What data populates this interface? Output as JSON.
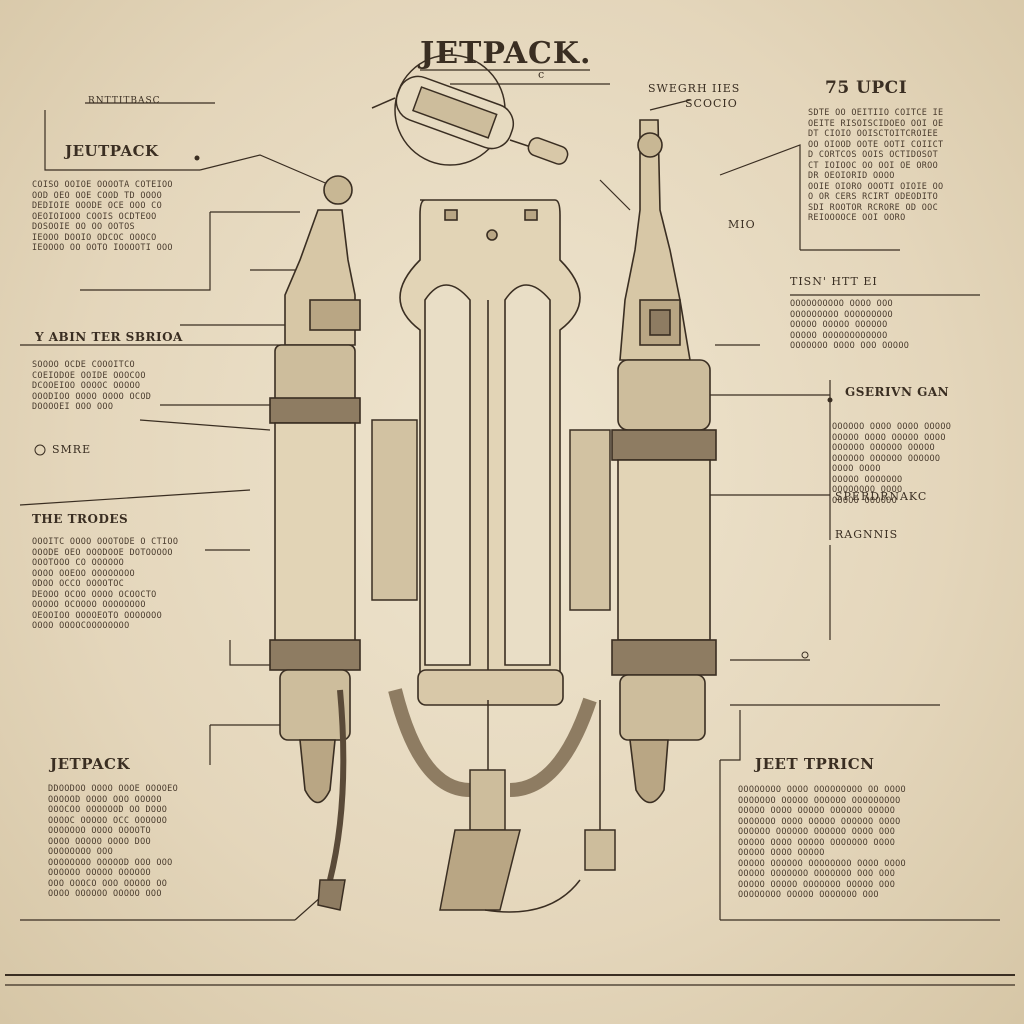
{
  "title": "JETPACK.",
  "title_mark": "c",
  "top_center_label": "SWEGRH IIES",
  "top_center_sub": "SCOCIO",
  "top_right_label": "75 UPCI",
  "top_left_small": "RNTTITBASC",
  "left_header_1": "JEUTPACK",
  "left_header_2": "Y ABIN TER SBRIOA",
  "left_small_3": "SMRE",
  "left_header_4": "THE TRODES",
  "left_header_5": "JETPACK",
  "right_small_1": "TISN' HTT EI",
  "right_small_mid": "MIO",
  "right_header_2": "GSERIVN GAN",
  "right_header_3": "SPERDRNAKC",
  "right_small_4": "RAGNNIS",
  "right_header_5": "JEET TPRICN",
  "text_blocks": {
    "top_right": "SDTE OO OEITIIO COITCE IE\nOEITE RISOISCIDOEO OOI OE\nDT CIOIO OOISCTOITCROIEE\nOO OIOOD OOTE OOTI COIICT\nD CORTCOS OOIS OCTIDOSOT\nCT IOIOOC OO OOI OE OROO\nDR OEOIORID OOOO\nOOIE OIORO OOOTI OIOIE OO\nO OR CERS RCIRT ODEODITO\nSDI ROOTOR RCRORE OD OOC\nREIOOOOCE OOI OORO",
    "left_top": "COISO OOIOE OOOOTA COTEIOO\nOOD OEO OOE COOD TD OOOO\nDEDIOIE OOODE OCE OOO CO\nOEOIOIOOO COOIS OCDTEOO\nDOSOOIE OO OO OOTOS\nIEOOO DOOIO ODCOC OOOCO\nIEOOOO OO OOTO IOOOOTI OOO",
    "left_mid": "SOOOO OCDE COOOITCO\nCOEIODOE OOIDE OOOCOO\nDCOOEIOO OOOOC OOOOO\nOOODIOO OOOO OOOO OCOD\nDOOOOEI OOO OOO",
    "left_low": "OOOITC OOOO OOOTODE O CTIOO\nOOODE OEO OOODOOE DOTOOOOO\nOOOTOOO CO OOOOOO\nOOOO OOEOO OOOOOOOO\nODOO OCCO OOOOTOC\nDEOOO OCOO OOOO OCOOCTO\nOOOOO OCOOOO OOOOOOOO\nOEOOIOO OOOOEOTO OOOOOOO\nOOOO OOOOCOOOOOOOO",
    "left_bottom": "DDOODOO OOOO OOOE OOOOEO\nOOOOOD OOOO OOO OOOOO\nOOOCOO OOOOOOD OO DOOO\nOOOOC OOOOO OCC OOOOOO\nOOOOOOO OOOO OOOOTO\nOOOO OOOOO OOOO DOO\nOOOOOOOO OOO\nOOOOOOOO OOOOOD OOO OOO\nOOOOOO OOOOO OOOOOO\nOOO OOOCO OOO OOOOO OO\nOOOO OOOOOO OOOOO OOO",
    "right_upper": "OOOOOOOOOO OOOO OOO\nOOOOOOOOO OOOOOOOOO\nOOOOO OOOOO OOOOOO\nOOOOO OOOOOOOOOOOO\nOOOOOOO OOOO OOO OOOOO",
    "right_mid": "OOOOOO OOOO OOOO OOOOO\nOOOOO OOOO OOOOO OOOO\nOOOOOO OOOOOO OOOOO\nOOOOOO OOOOOO OOOOOO\nOOOO OOOO\nOOOOO OOOOOOO\nOOOOOOOO OOOO\nOOOOO OOOOOO",
    "right_lower": "OOOOOOOO OOOO OOOOOOOOO OO OOOO\nOOOOOOO OOOOO OOOOOO OOOOOOOOO\nOOOOO OOOO OOOOO OOOOOO OOOOO\nOOOOOOO OOOO OOOOO OOOOOO OOOO\nOOOOOO OOOOOO OOOOOO OOOO OOO\nOOOOO OOOO OOOOO OOOOOOO OOOO\nOOOOO OOOO OOOOO\nOOOOO OOOOOO OOOOOOOO OOOO OOOO\nOOOOO OOOOOOO OOOOOOO OOO OOO\nOOOOO OOOOO OOOOOOO OOOOO OOO\nOOOOOOOO OOOOO OOOOOOO OOO"
  },
  "colors": {
    "paper": "#e8dcc4",
    "ink": "#3a2e22",
    "body_fill": "#e2d4b6",
    "shade": "#b9a684"
  }
}
